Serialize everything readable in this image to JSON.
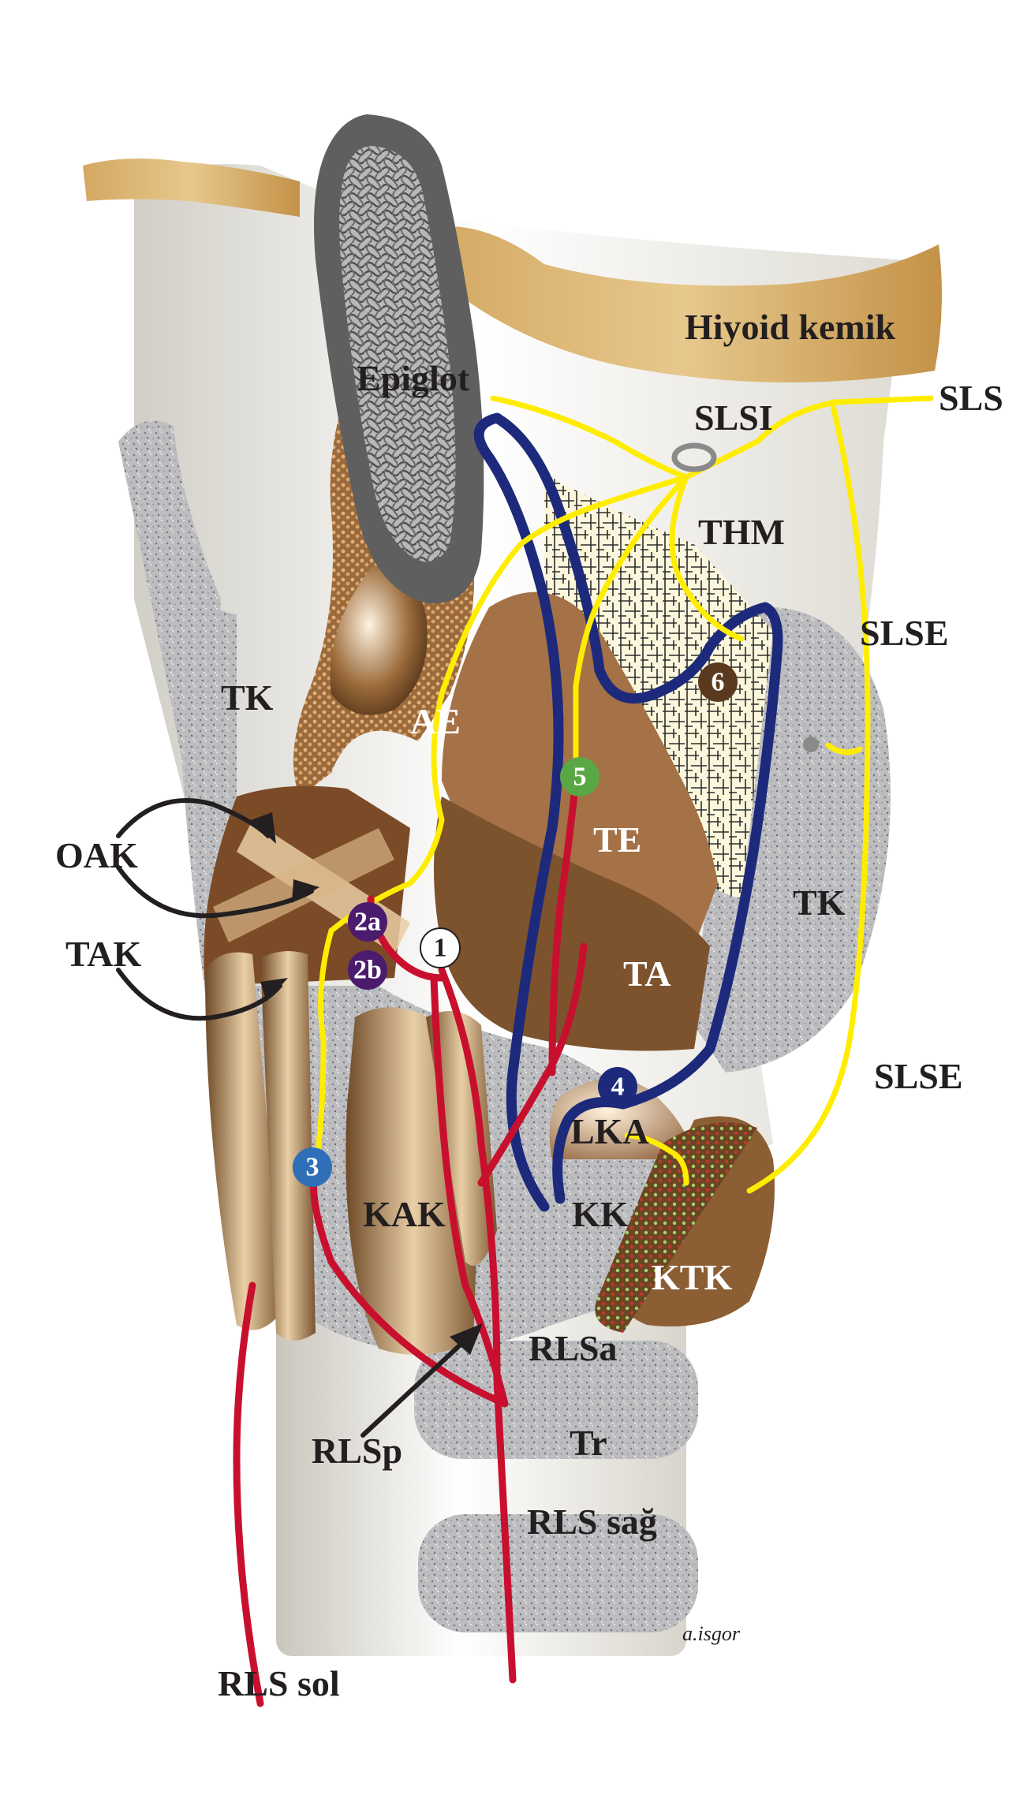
{
  "colors": {
    "nerve_yellow": "#ffed00",
    "nerve_red": "#c8102e",
    "vein_blue": "#1d2a7c",
    "bone": "#c9a05a",
    "cartilage_bg": "#f3f1e8",
    "muscle_brown": "#8a5a33",
    "speckle_grey": "#b9b9bc",
    "text": "#231f20"
  },
  "labels": {
    "hyoid": "Hiyoid kemik",
    "epiglot": "Epiglot",
    "sls": "SLS",
    "slsi": "SLSI",
    "thm": "THM",
    "slse_top": "SLSE",
    "slse_bottom": "SLSE",
    "tk_left": "TK",
    "tk_right": "TK",
    "ae": "AE",
    "te": "TE",
    "ta": "TA",
    "oak": "OAK",
    "tak": "TAK",
    "lka": "LKA",
    "kak": "KAK",
    "kk": "KK",
    "ktk": "KTK",
    "rlsa": "RLSa",
    "rlsp": "RLSp",
    "tr": "Tr",
    "rls_sag": "RLS sağ",
    "rls_sol": "RLS sol",
    "signature": "a.isgor"
  },
  "badges": {
    "b1": "1",
    "b2a": "2a",
    "b2b": "2b",
    "b3": "3",
    "b4": "4",
    "b5": "5",
    "b6": "6"
  },
  "badge_colors": {
    "b1": "#ffffff",
    "b2a": "#4b1c6e",
    "b2b": "#4b1c6e",
    "b3": "#2f6fb7",
    "b4": "#1d2a7c",
    "b5": "#5aa845",
    "b6": "#5a3a1e"
  }
}
